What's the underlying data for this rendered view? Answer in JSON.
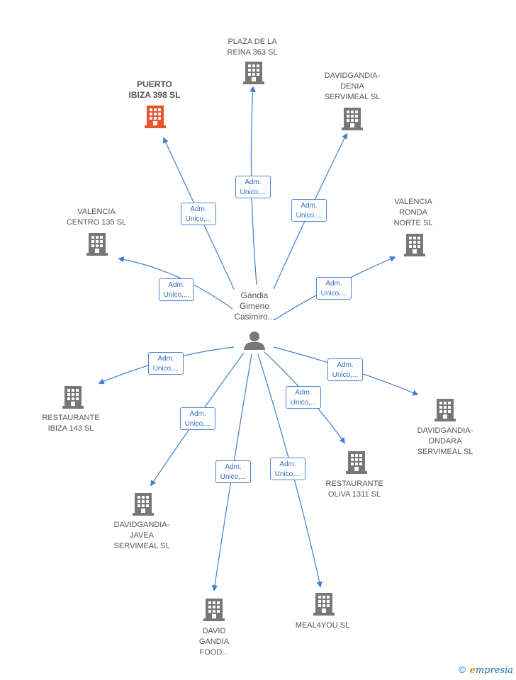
{
  "center": {
    "label": "Gandia\nGimeno\nCasimiro...",
    "icon": "person-icon"
  },
  "edge_label": "Adm.\nUnico,...",
  "colors": {
    "edge": "#3d7fd1",
    "building": "#777777",
    "highlight": "#e8542c"
  },
  "nodes": [
    {
      "id": "plaza-de-la-reina",
      "label": "PLAZA DE LA\nREINA 363  SL",
      "highlight": false
    },
    {
      "id": "puerto-ibiza",
      "label": "PUERTO\nIBIZA 398  SL",
      "highlight": true
    },
    {
      "id": "davidgandia-denia",
      "label": "DAVIDGANDIA-\nDENIA\nSERVIMEAL  SL",
      "highlight": false
    },
    {
      "id": "valencia-centro",
      "label": "VALENCIA\nCENTRO 135  SL",
      "highlight": false
    },
    {
      "id": "valencia-ronda-norte",
      "label": "VALENCIA\nRONDA\nNORTE SL",
      "highlight": false
    },
    {
      "id": "restaurante-ibiza",
      "label": "RESTAURANTE\nIBIZA 143  SL",
      "highlight": false
    },
    {
      "id": "davidgandia-ondara",
      "label": "DAVIDGANDIA-\nONDARA\nSERVIMEAL  SL",
      "highlight": false
    },
    {
      "id": "restaurante-oliva",
      "label": "RESTAURANTE\nOLIVA 1311  SL",
      "highlight": false
    },
    {
      "id": "davidgandia-javea",
      "label": "DAVIDGANDIA-\nJAVEA\nSERVIMEAL  SL",
      "highlight": false
    },
    {
      "id": "david-gandia-food",
      "label": "DAVID\nGANDIA\nFOOD...",
      "highlight": false
    },
    {
      "id": "meal4you",
      "label": "MEAL4YOU  SL",
      "highlight": false
    }
  ],
  "watermark": {
    "symbol": "©",
    "brand_initial": "e",
    "brand_rest": "mpresia"
  }
}
